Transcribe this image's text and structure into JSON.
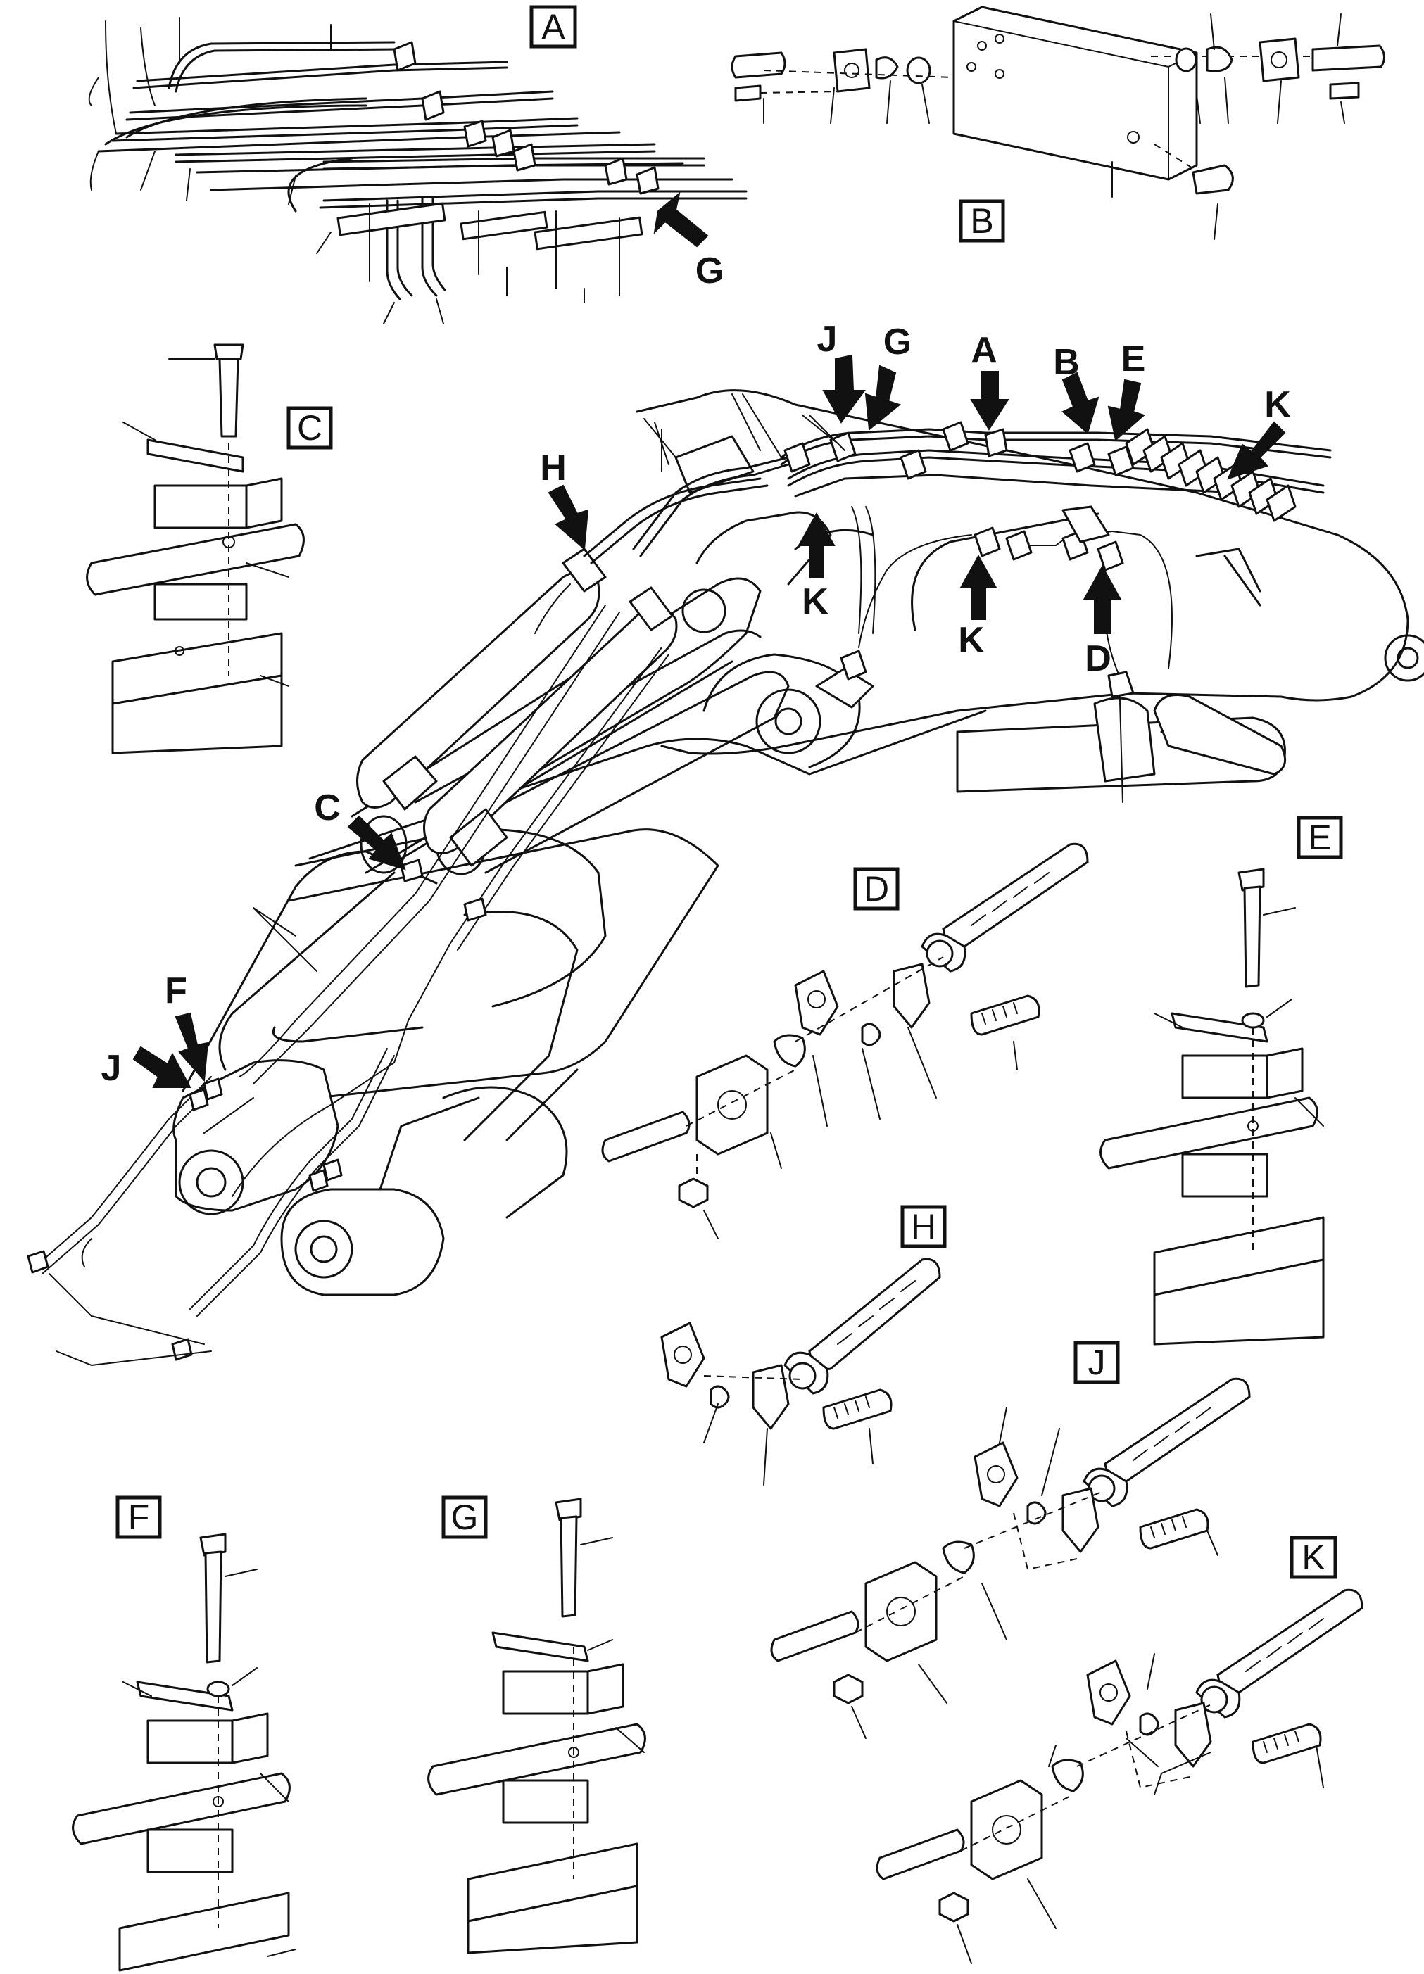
{
  "detail_labels": {
    "A": "A",
    "B": "B",
    "C": "C",
    "D": "D",
    "E": "E",
    "F": "F",
    "G": "G",
    "H": "H",
    "J": "J",
    "K": "K"
  },
  "callouts": {
    "G_detail_a": "G",
    "J_top": "J",
    "G_top": "G",
    "A_top": "A",
    "B_top": "B",
    "E_top": "E",
    "K_top": "K",
    "H_mid": "H",
    "K_mid1": "K",
    "K_mid2": "K",
    "D_mid": "D",
    "C_arm": "C",
    "F_arm": "F",
    "J_arm": "J"
  }
}
